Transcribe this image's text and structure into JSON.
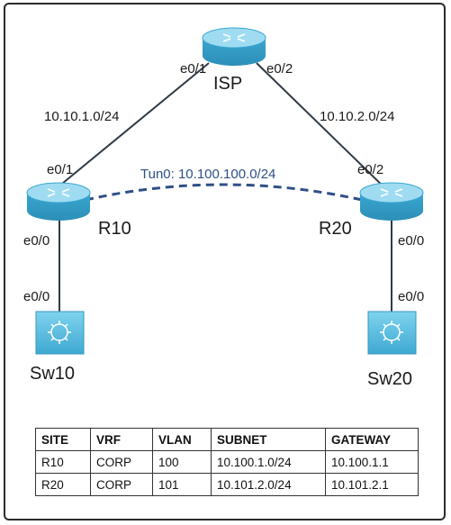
{
  "devices": {
    "isp": "ISP",
    "r10": "R10",
    "r20": "R20",
    "sw10": "Sw10",
    "sw20": "Sw20"
  },
  "interfaces": {
    "isp_e01": "e0/1",
    "isp_e02": "e0/2",
    "r10_e01": "e0/1",
    "r10_e00": "e0/0",
    "sw10_e00": "e0/0",
    "r20_e02": "e0/2",
    "r20_e00": "e0/0",
    "sw20_e00": "e0/0"
  },
  "links": {
    "isp_r10_subnet": "10.10.1.0/24",
    "isp_r20_subnet": "10.10.2.0/24",
    "tunnel": "Tun0: 10.100.100.0/24"
  },
  "colors": {
    "router_body": "#4fb3d9",
    "router_top": "#9fdcf1",
    "switch_body": "#5fc0e2",
    "tunnel": "#2f4f86",
    "link": "#2f3a45"
  },
  "table": {
    "headers": [
      "SITE",
      "VRF",
      "VLAN",
      "SUBNET",
      "GATEWAY"
    ],
    "rows": [
      [
        "R10",
        "CORP",
        "100",
        "10.100.1.0/24",
        "10.100.1.1"
      ],
      [
        "R20",
        "CORP",
        "101",
        "10.101.2.0/24",
        "10.101.2.1"
      ]
    ]
  }
}
